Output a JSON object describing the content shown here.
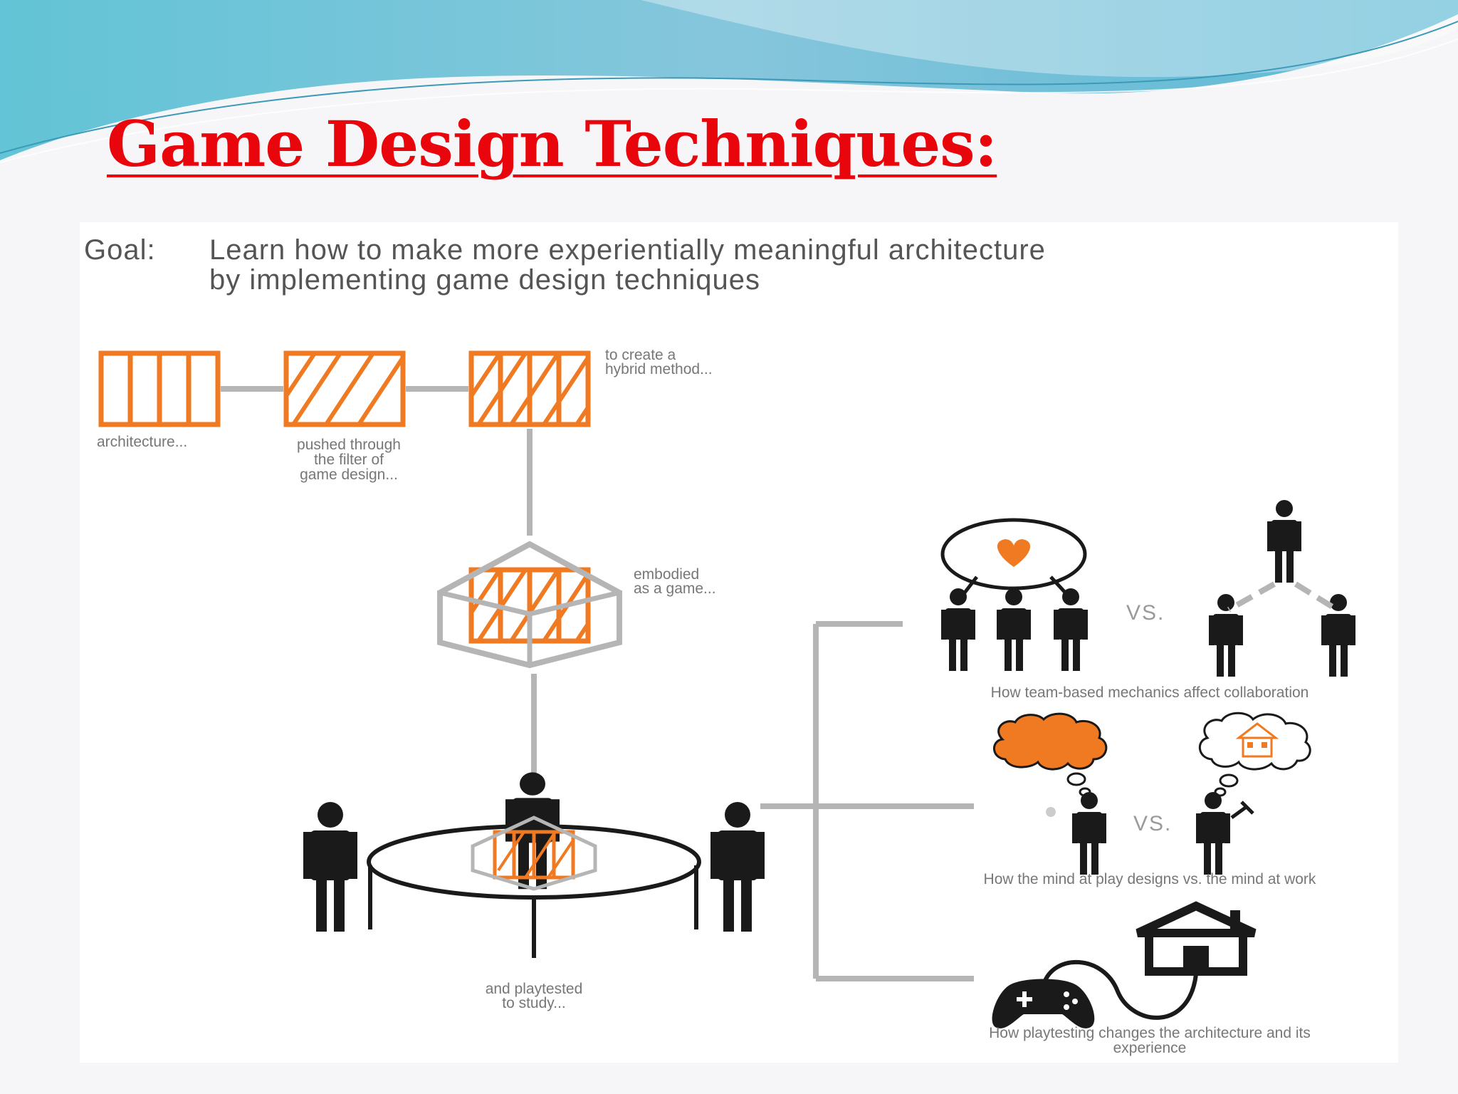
{
  "slide": {
    "title": "Game Design Techniques:",
    "colors": {
      "title": "#e8050b",
      "accent_orange": "#f07a21",
      "connector_gray": "#b5b5b5",
      "figure_black": "#1a1a1a",
      "caption_gray": "#777777"
    }
  },
  "goal": {
    "label": "Goal:",
    "line1": "Learn how to make more experientially meaningful architecture",
    "line2": "by implementing game design techniques"
  },
  "process": {
    "architecture": "architecture...",
    "filter_l1": "pushed through",
    "filter_l2": "the filter of",
    "filter_l3": "game design...",
    "hybrid_l1": "to create a",
    "hybrid_l2": "hybrid method...",
    "embodied_l1": "embodied",
    "embodied_l2": "as a game...",
    "playtest_l1": "and playtested",
    "playtest_l2": "to study..."
  },
  "studies": {
    "vs": "VS.",
    "team_caption": "How team-based mechanics affect collaboration",
    "mind_caption": "How the mind at play designs vs. the mind at work",
    "play_caption_l1": "How playtesting changes the architecture and its",
    "play_caption_l2": "experience"
  },
  "icons": [
    "grid-pattern-icon",
    "diagonal-pattern-icon",
    "hybrid-pattern-icon",
    "cube-icon",
    "person-icon",
    "heart-icon",
    "thought-bubble-icon",
    "house-icon",
    "gamepad-icon"
  ]
}
